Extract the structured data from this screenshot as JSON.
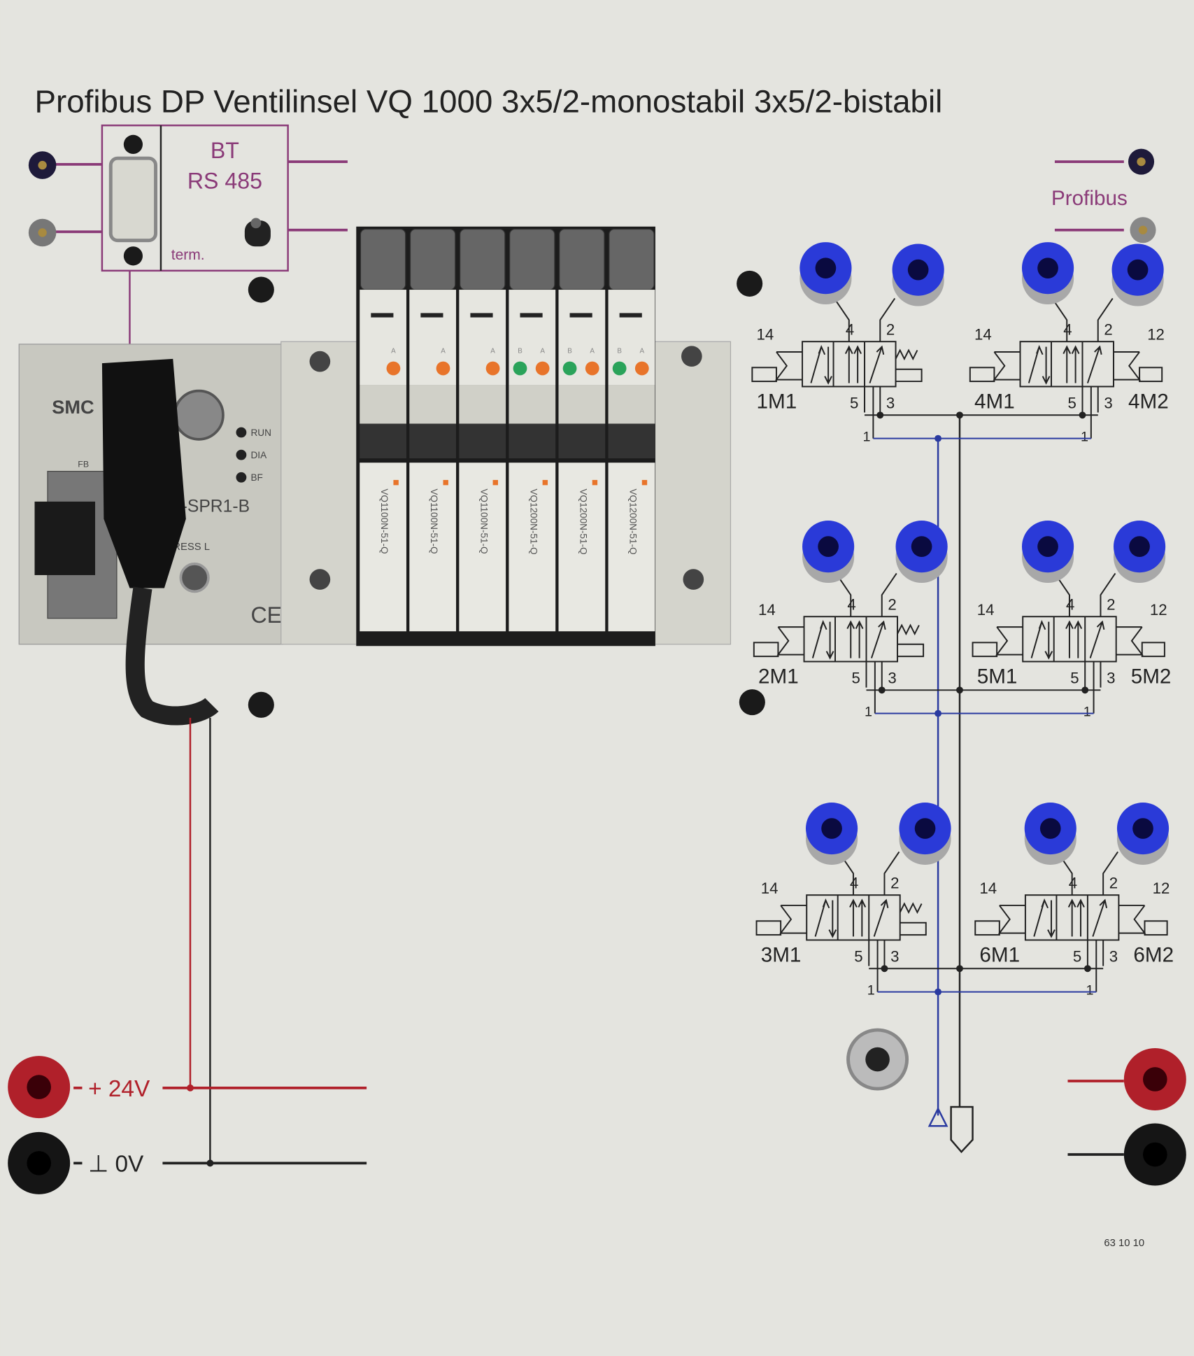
{
  "title": "Profibus DP Ventilinsel VQ 1000  3x5/2-monostabil  3x5/2-bistabil",
  "bt_box": {
    "line1": "BT",
    "line2": "RS 485",
    "term": "term."
  },
  "profibus_label": "Profibus",
  "dp_module": {
    "brand": "SMC",
    "model": "-SPR1-B",
    "fb": "FB",
    "address": "RESS  L",
    "leds": [
      "RUN",
      "DIA",
      "BF"
    ],
    "ce": "CE"
  },
  "manifold_valves": [
    {
      "part": "VQ1100N-51-Q",
      "leds": [
        "#e8742a"
      ],
      "letters": [
        "A"
      ]
    },
    {
      "part": "VQ1100N-51-Q",
      "leds": [
        "#e8742a"
      ],
      "letters": [
        "A"
      ]
    },
    {
      "part": "VQ1100N-51-Q",
      "leds": [
        "#e8742a"
      ],
      "letters": [
        "A"
      ]
    },
    {
      "part": "VQ1200N-51-Q",
      "leds": [
        "#2aa35a",
        "#e8742a"
      ],
      "letters": [
        "B",
        "A"
      ]
    },
    {
      "part": "VQ1200N-51-Q",
      "leds": [
        "#2aa35a",
        "#e8742a"
      ],
      "letters": [
        "B",
        "A"
      ]
    },
    {
      "part": "VQ1200N-51-Q",
      "leds": [
        "#2aa35a",
        "#e8742a"
      ],
      "letters": [
        "B",
        "A"
      ]
    }
  ],
  "schematic_valves": [
    {
      "coil_a": "1M1",
      "coil_b": "",
      "type": "monostable",
      "p14": "14",
      "p12": "",
      "p4": "4",
      "p2": "2",
      "p5": "5",
      "p3": "3",
      "p1": "1"
    },
    {
      "coil_a": "4M1",
      "coil_b": "4M2",
      "type": "bistable",
      "p14": "14",
      "p12": "12",
      "p4": "4",
      "p2": "2",
      "p5": "5",
      "p3": "3",
      "p1": "1"
    },
    {
      "coil_a": "2M1",
      "coil_b": "",
      "type": "monostable",
      "p14": "14",
      "p12": "",
      "p4": "4",
      "p2": "2",
      "p5": "5",
      "p3": "3",
      "p1": "1"
    },
    {
      "coil_a": "5M1",
      "coil_b": "5M2",
      "type": "bistable",
      "p14": "14",
      "p12": "12",
      "p4": "4",
      "p2": "2",
      "p5": "5",
      "p3": "3",
      "p1": "1"
    },
    {
      "coil_a": "3M1",
      "coil_b": "",
      "type": "monostable",
      "p14": "14",
      "p12": "",
      "p4": "4",
      "p2": "2",
      "p5": "5",
      "p3": "3",
      "p1": "1"
    },
    {
      "coil_a": "6M1",
      "coil_b": "6M2",
      "type": "bistable",
      "p14": "14",
      "p12": "12",
      "p4": "4",
      "p2": "2",
      "p5": "5",
      "p3": "3",
      "p1": "1"
    }
  ],
  "power": {
    "plus_label": "+ 24V",
    "zero_label": "⊥  0V"
  },
  "serial": "63 10 10",
  "colors": {
    "panel": "#e4e4df",
    "purple": "#8a3a78",
    "red": "#b0202a",
    "blue": "#2a3aa0",
    "fitting_blue": "#2a3ad8"
  }
}
